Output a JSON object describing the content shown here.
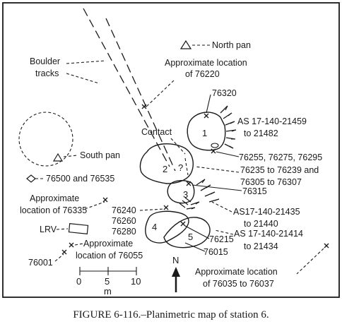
{
  "labels": {
    "north_pan": "North pan",
    "boulder": "Boulder",
    "tracks": "tracks",
    "approx_76220_a": "Approximate location",
    "approx_76220_b": "of 76220",
    "s76320": "76320",
    "as_21459": "AS 17-140-21459",
    "to_21482": "to 21482",
    "contact": "Contact",
    "boulder1": "1",
    "boulder2": "2",
    "question": "?",
    "boulder3": "3",
    "boulder4": "4",
    "boulder5": "5",
    "south_pan": "South pan",
    "s76500": "76500 and 76535",
    "s76255": "76255, 76275, 76295",
    "s76235_a": "76235 to 76239 and",
    "s76235_b": "76305 to 76307",
    "approx_76335_a": "Approximate",
    "approx_76335_b": "location of 76335",
    "s76315": "76315",
    "as_21435": "AS17-140-21435",
    "to_21440": "to 21440",
    "s76240": "76240",
    "s76260": "76260",
    "s76280": "76280",
    "lrv": "LRV",
    "s76215": "76215",
    "as_21414": "AS 17-140-21414",
    "to_21434": "to 21434",
    "s76015": "76015",
    "approx_76055_a": "Approximate",
    "approx_76055_b": "location of 76055",
    "north": "N",
    "s76001": "76001",
    "scale_0": "0",
    "scale_5": "5",
    "scale_10": "10",
    "scale_unit": "m",
    "approx_76035_a": "Approximate location",
    "approx_76035_b": "of 76035 to 76037"
  },
  "caption": "FIGURE 6-116.–Planimetric map of station 6."
}
